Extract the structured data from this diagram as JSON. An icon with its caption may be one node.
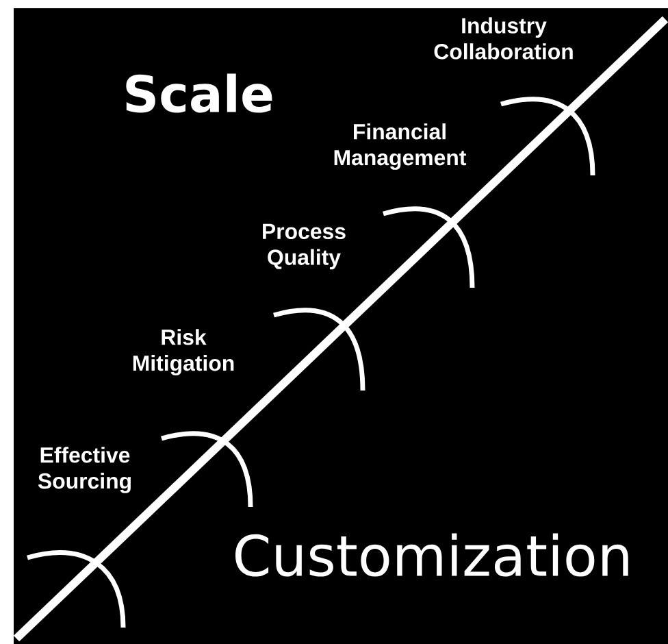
{
  "diagram": {
    "labels": [
      "Industry Collaboration",
      "Scale",
      "Financial Management",
      "Process Quality",
      "Risk Mitigation",
      "Effective Sourcing",
      "Customization"
    ]
  }
}
